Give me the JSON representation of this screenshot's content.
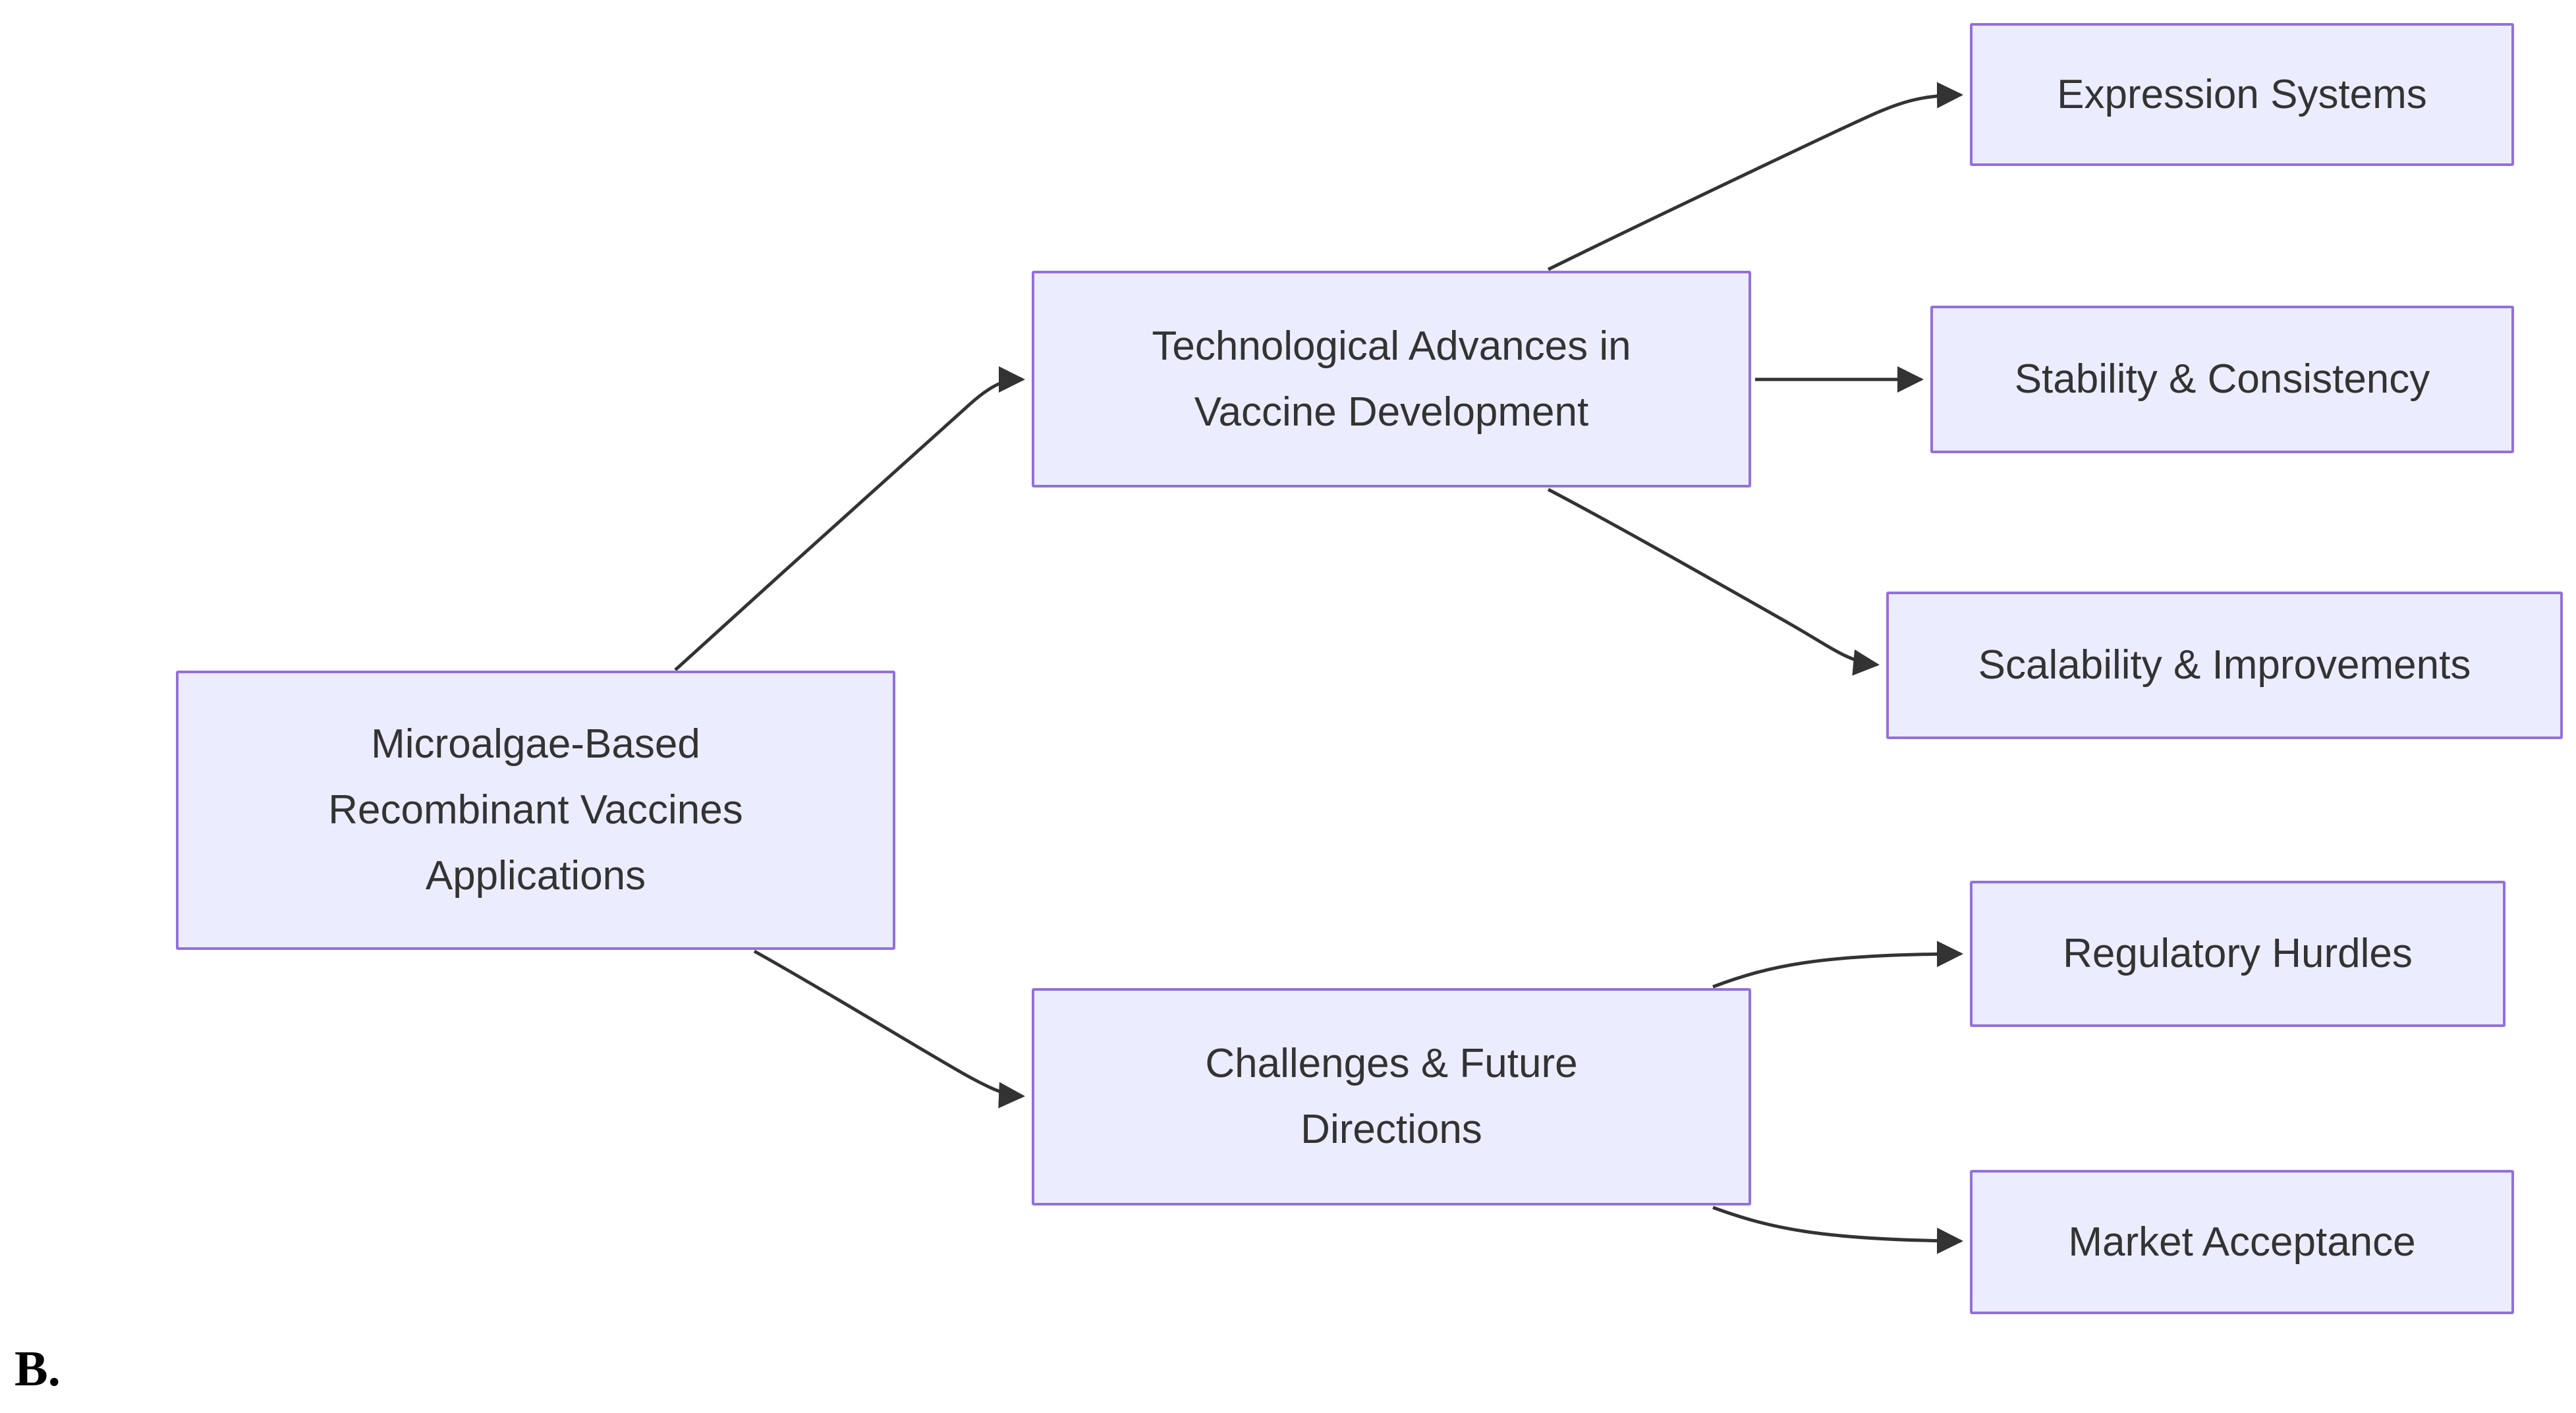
{
  "figure_label": "B.",
  "colors": {
    "background": "#FFFFFF",
    "node_fill": "#ECECFF",
    "node_border": "#9370DB",
    "edge_stroke": "#333333",
    "text": "#333333"
  },
  "diagram": {
    "type": "flowchart-left-to-right",
    "nodes": [
      {
        "id": "root",
        "label": "Microalgae-Based Recombinant Vaccines Applications",
        "lines": [
          "Microalgae-Based",
          "Recombinant Vaccines",
          "Applications"
        ]
      },
      {
        "id": "tech",
        "label": "Technological Advances in Vaccine Development",
        "lines": [
          "Technological Advances in",
          "Vaccine Development"
        ]
      },
      {
        "id": "challenges",
        "label": "Challenges & Future Directions",
        "lines": [
          "Challenges & Future",
          "Directions"
        ]
      },
      {
        "id": "expression",
        "label": "Expression Systems",
        "lines": [
          "Expression Systems"
        ]
      },
      {
        "id": "stability",
        "label": "Stability & Consistency",
        "lines": [
          "Stability & Consistency"
        ]
      },
      {
        "id": "scalability",
        "label": "Scalability & Improvements",
        "lines": [
          "Scalability & Improvements"
        ]
      },
      {
        "id": "regulatory",
        "label": "Regulatory Hurdles",
        "lines": [
          "Regulatory Hurdles"
        ]
      },
      {
        "id": "market",
        "label": "Market Acceptance",
        "lines": [
          "Market Acceptance"
        ]
      }
    ],
    "edges": [
      {
        "from": "root",
        "to": "tech"
      },
      {
        "from": "root",
        "to": "challenges"
      },
      {
        "from": "tech",
        "to": "expression"
      },
      {
        "from": "tech",
        "to": "stability"
      },
      {
        "from": "tech",
        "to": "scalability"
      },
      {
        "from": "challenges",
        "to": "regulatory"
      },
      {
        "from": "challenges",
        "to": "market"
      }
    ]
  }
}
